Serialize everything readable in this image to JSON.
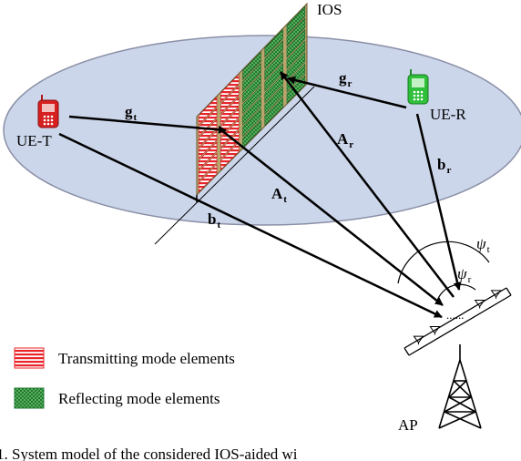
{
  "labels": {
    "ios": "IOS",
    "ue_t": "UE-T",
    "ue_r": "UE-R",
    "ap": "AP",
    "g_t": {
      "main": "g",
      "sub": "t"
    },
    "g_r": {
      "main": "g",
      "sub": "r"
    },
    "A_r": {
      "main": "A",
      "sub": "r"
    },
    "A_t": {
      "main": "A",
      "sub": "t"
    },
    "b_t": {
      "main": "b",
      "sub": "t"
    },
    "b_r": {
      "main": "b",
      "sub": "r"
    },
    "psi_t": {
      "main": "ψ",
      "sub": "t"
    },
    "psi_r": {
      "main": "ψ",
      "sub": "r"
    },
    "dots": "......"
  },
  "legend": {
    "transmitting": "Transmitting mode elements",
    "reflecting": "Reflecting mode elements"
  },
  "caption": "1. System model of the considered IOS-aided wi",
  "colors": {
    "ellipse_fill": "#ccd6ea",
    "ellipse_stroke": "#8a8fa6",
    "transmit_red": "#e8242a",
    "reflect_green": "#1f7a33",
    "frame_tan": "#b9a46e",
    "phone_red": "#d62020",
    "phone_green": "#2fbf3a"
  }
}
